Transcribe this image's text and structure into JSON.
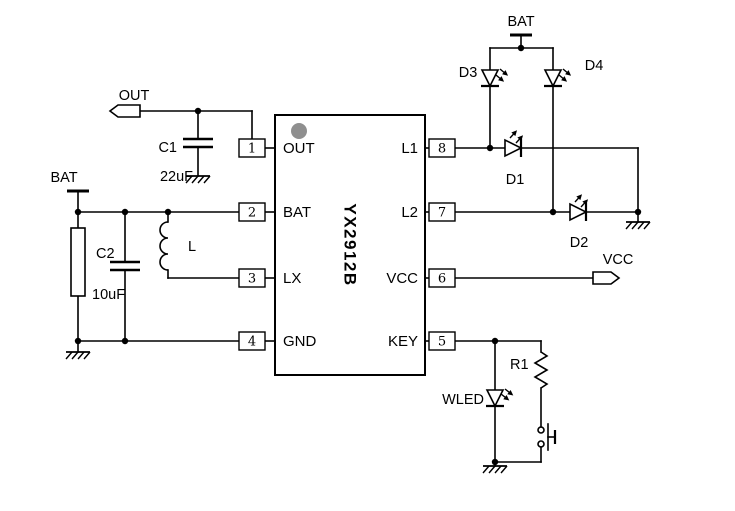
{
  "ic": {
    "part": "YX2912B",
    "left_pins": [
      {
        "num": "1",
        "name": "OUT"
      },
      {
        "num": "2",
        "name": "BAT"
      },
      {
        "num": "3",
        "name": "LX"
      },
      {
        "num": "4",
        "name": "GND"
      }
    ],
    "right_pins": [
      {
        "num": "8",
        "name": "L1"
      },
      {
        "num": "7",
        "name": "L2"
      },
      {
        "num": "6",
        "name": "VCC"
      },
      {
        "num": "5",
        "name": "KEY"
      }
    ]
  },
  "nets": {
    "out": "OUT",
    "bat_left": "BAT",
    "bat_top": "BAT",
    "vcc": "VCC"
  },
  "components": {
    "c1": {
      "ref": "C1",
      "value": "22uF"
    },
    "c2": {
      "ref": "C2",
      "value": "10uF"
    },
    "l": {
      "ref": "L"
    },
    "r1": {
      "ref": "R1"
    },
    "d1": {
      "ref": "D1"
    },
    "d2": {
      "ref": "D2"
    },
    "d3": {
      "ref": "D3"
    },
    "d4": {
      "ref": "D4"
    },
    "wled": {
      "ref": "WLED"
    }
  },
  "colors": {
    "wire": "#000000",
    "pin1_marker": "#8f8f8f",
    "background": "#ffffff"
  }
}
